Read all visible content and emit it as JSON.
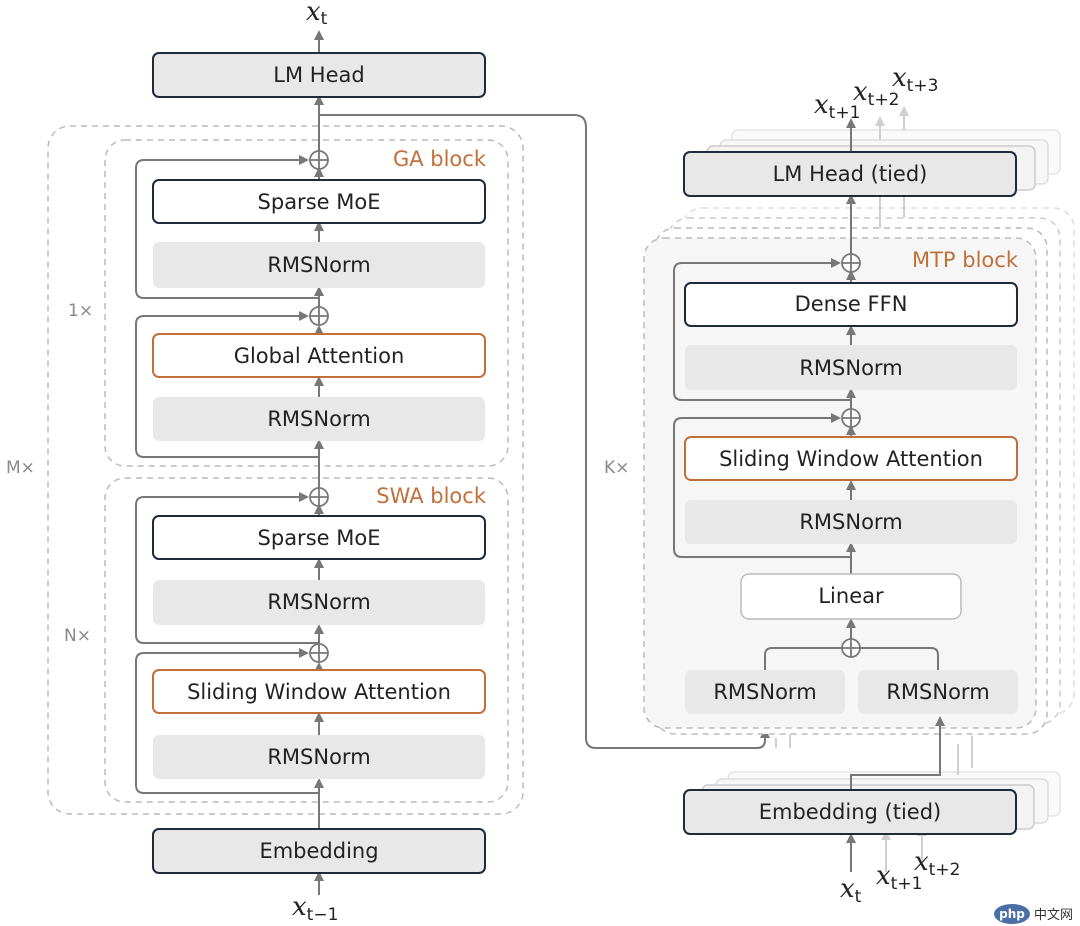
{
  "tokens": {
    "left_output": {
      "base": "x",
      "sub": "t"
    },
    "left_input": {
      "base": "x",
      "sub": "t−1"
    },
    "right_outputs": [
      {
        "base": "x",
        "sub": "t+1"
      },
      {
        "base": "x",
        "sub": "t+2"
      },
      {
        "base": "x",
        "sub": "t+3"
      }
    ],
    "right_inputs": [
      {
        "base": "x",
        "sub": "t"
      },
      {
        "base": "x",
        "sub": "t+1"
      },
      {
        "base": "x",
        "sub": "t+2"
      }
    ]
  },
  "left": {
    "lm_head": "LM Head",
    "embedding": "Embedding",
    "outer_multiplier": "M×",
    "ga_block": {
      "title": "GA block",
      "multiplier": "1×",
      "moe": "Sparse MoE",
      "norm_top": "RMSNorm",
      "attention": "Global Attention",
      "norm_bottom": "RMSNorm"
    },
    "swa_block": {
      "title": "SWA block",
      "multiplier": "N×",
      "moe": "Sparse MoE",
      "norm_top": "RMSNorm",
      "attention": "Sliding Window Attention",
      "norm_bottom": "RMSNorm"
    }
  },
  "right": {
    "lm_head": "LM Head (tied)",
    "embedding": "Embedding (tied)",
    "multiplier": "K×",
    "mtp_block": {
      "title": "MTP block",
      "ffn": "Dense FFN",
      "norm_top": "RMSNorm",
      "attention": "Sliding Window Attention",
      "norm_mid": "RMSNorm",
      "linear": "Linear",
      "norm_left": "RMSNorm",
      "norm_right": "RMSNorm"
    }
  },
  "watermark": {
    "badge": "php",
    "text": "中文网"
  },
  "colors": {
    "accent": "#c0703a",
    "box_fill": "#e8e8e8",
    "outline": "#1f2a3c",
    "line": "#777777"
  }
}
